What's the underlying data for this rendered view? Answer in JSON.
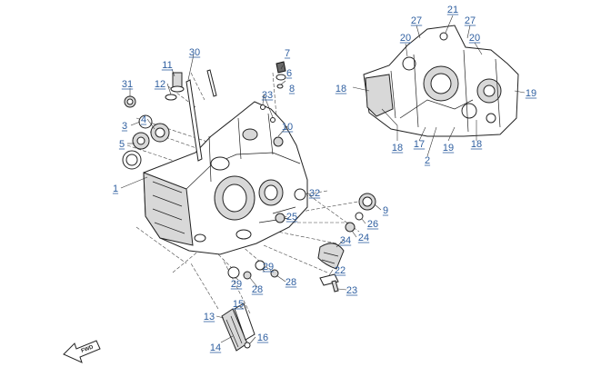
{
  "diagram": {
    "colors": {
      "callout": "#2f5fa0",
      "line": "#222222",
      "part_fill": "#d8d8d8"
    },
    "callouts": [
      {
        "id": "c1",
        "label": "1"
      },
      {
        "id": "c2",
        "label": "2"
      },
      {
        "id": "c3",
        "label": "3"
      },
      {
        "id": "c4",
        "label": "4"
      },
      {
        "id": "c5",
        "label": "5"
      },
      {
        "id": "c6",
        "label": "6"
      },
      {
        "id": "c7",
        "label": "7"
      },
      {
        "id": "c8",
        "label": "8"
      },
      {
        "id": "c9",
        "label": "9"
      },
      {
        "id": "c10",
        "label": "10"
      },
      {
        "id": "c11",
        "label": "11"
      },
      {
        "id": "c12",
        "label": "12"
      },
      {
        "id": "c13",
        "label": "13"
      },
      {
        "id": "c14",
        "label": "14"
      },
      {
        "id": "c15",
        "label": "15"
      },
      {
        "id": "c16",
        "label": "16"
      },
      {
        "id": "c17",
        "label": "17"
      },
      {
        "id": "c18a",
        "label": "18"
      },
      {
        "id": "c18b",
        "label": "18"
      },
      {
        "id": "c18c",
        "label": "18"
      },
      {
        "id": "c19a",
        "label": "19"
      },
      {
        "id": "c19b",
        "label": "19"
      },
      {
        "id": "c20a",
        "label": "20"
      },
      {
        "id": "c20b",
        "label": "20"
      },
      {
        "id": "c21",
        "label": "21"
      },
      {
        "id": "c22",
        "label": "22"
      },
      {
        "id": "c23",
        "label": "23"
      },
      {
        "id": "c24",
        "label": "24"
      },
      {
        "id": "c25",
        "label": "25"
      },
      {
        "id": "c26",
        "label": "26"
      },
      {
        "id": "c27a",
        "label": "27"
      },
      {
        "id": "c27b",
        "label": "27"
      },
      {
        "id": "c28a",
        "label": "28"
      },
      {
        "id": "c28b",
        "label": "28"
      },
      {
        "id": "c29a",
        "label": "29"
      },
      {
        "id": "c29b",
        "label": "29"
      },
      {
        "id": "c30",
        "label": "30"
      },
      {
        "id": "c31",
        "label": "31"
      },
      {
        "id": "c32",
        "label": "32"
      },
      {
        "id": "c33",
        "label": "33"
      },
      {
        "id": "c34",
        "label": "34"
      }
    ],
    "direction_arrow": {
      "label": "FWD",
      "icon": "fwd-arrow-icon"
    }
  }
}
